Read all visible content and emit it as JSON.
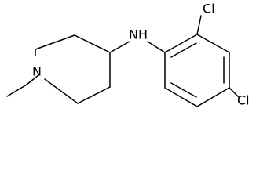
{
  "structure": {
    "atoms": {
      "n_ring": "N",
      "nh": "NH",
      "cl_ortho": "Cl",
      "cl_para": "Cl"
    }
  }
}
